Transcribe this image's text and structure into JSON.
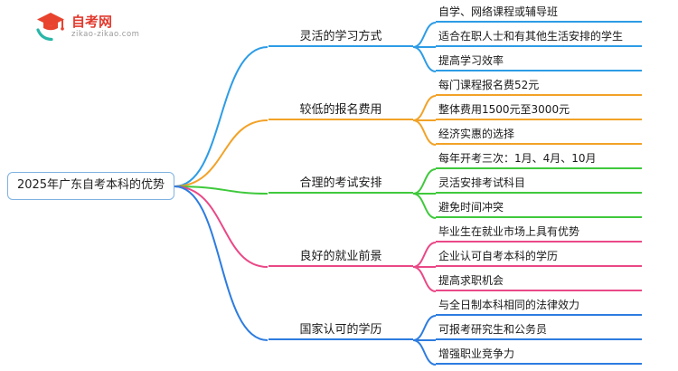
{
  "logo": {
    "title": "自考网",
    "domain": "zikao-zikao.com",
    "brand_color": "#e23a2e",
    "accent_color": "#29b6a8"
  },
  "root": {
    "label": "2025年广东自考本科的优势"
  },
  "branches": [
    {
      "label": "灵活的学习方式",
      "color": "#2d9ce6",
      "children": [
        {
          "label": "自学、网络课程或辅导班"
        },
        {
          "label": "适合在职人士和有其他生活安排的学生"
        },
        {
          "label": "提高学习效率"
        }
      ]
    },
    {
      "label": "较低的报名费用",
      "color": "#f2a227",
      "children": [
        {
          "label": "每门课程报名费52元"
        },
        {
          "label": "整体费用1500元至3000元"
        },
        {
          "label": "经济实惠的选择"
        }
      ]
    },
    {
      "label": "合理的考试安排",
      "color": "#3fc93c",
      "children": [
        {
          "label": "每年开考三次：1月、4月、10月"
        },
        {
          "label": "灵活安排考试科目"
        },
        {
          "label": "避免时间冲突"
        }
      ]
    },
    {
      "label": "良好的就业前景",
      "color": "#ea4887",
      "children": [
        {
          "label": "毕业生在就业市场上具有优势"
        },
        {
          "label": "企业认可自考本科的学历"
        },
        {
          "label": "提高求职机会"
        }
      ]
    },
    {
      "label": "国家认可的学历",
      "color": "#2d7ce0",
      "children": [
        {
          "label": "与全日制本科相同的法律效力"
        },
        {
          "label": "可报考研究生和公务员"
        },
        {
          "label": "增强职业竞争力"
        }
      ]
    }
  ]
}
